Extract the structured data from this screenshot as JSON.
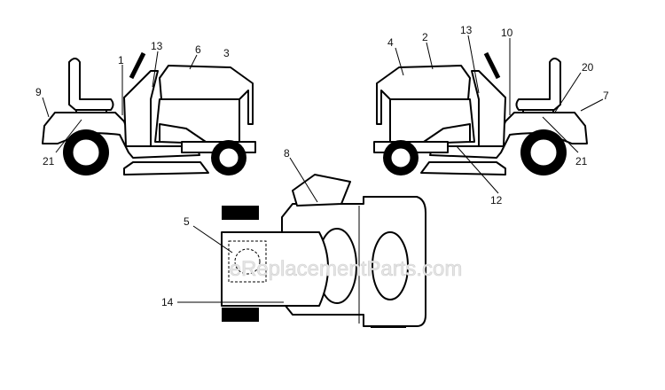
{
  "diagram": {
    "watermark": "eReplacementParts.com",
    "left_view_callouts": [
      "1",
      "13",
      "6",
      "3",
      "9",
      "21"
    ],
    "right_view_callouts": [
      "4",
      "2",
      "13",
      "10",
      "20",
      "7",
      "21",
      "12"
    ],
    "top_view_callouts": [
      "8",
      "5",
      "14"
    ]
  }
}
